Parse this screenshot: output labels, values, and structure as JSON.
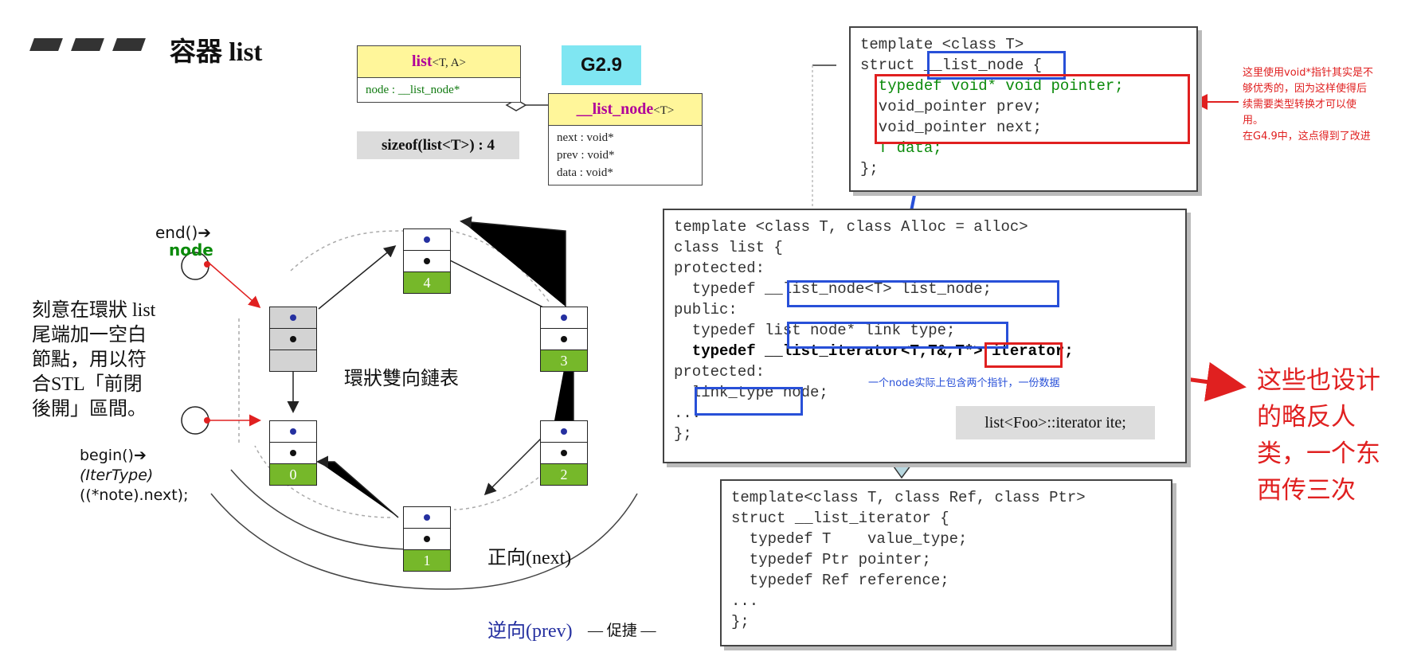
{
  "header": {
    "title": "容器 list",
    "version_badge": "G2.9"
  },
  "uml": {
    "list_box": {
      "title": "list",
      "params": "<T, A>",
      "member": "node : __list_node*"
    },
    "sizeof": "sizeof(list<T>) : 4",
    "node_box": {
      "title": "__list_node",
      "params": "<T>",
      "members": [
        "next : void*",
        "prev : void*",
        "data : void*"
      ]
    }
  },
  "code": {
    "list_node": [
      "template <class T>",
      "struct __list_node {",
      "  typedef void* void pointer;",
      "  void_pointer prev;",
      "  void_pointer next;",
      "  T data;",
      "};"
    ],
    "list": [
      "template <class T, class Alloc = alloc>",
      "class list {",
      "protected:",
      "  typedef __list_node<T> list_node;",
      "public:",
      "  typedef list node* link type;",
      "  typedef __list_iterator<T,T&,T*> iterator;",
      "protected:",
      "  link_type node;",
      "...",
      "};"
    ],
    "iterator": [
      "template<class T, class Ref, class Ptr>",
      "struct __list_iterator {",
      "  typedef T    value_type;",
      "  typedef Ptr pointer;",
      "  typedef Ref reference;",
      "...",
      "};"
    ],
    "usage": "list<Foo>::iterator ite;"
  },
  "annotations": {
    "void_ptr_note": [
      "这里使用void*指针其实是不",
      "够优秀的，因为这样使得后",
      "续需要类型转换才可以使",
      "用。",
      "在G4.9中，这点得到了改进"
    ],
    "node_note": "一个node实际上包含两个指针，一份数据",
    "big_note": [
      "这些也设计",
      "的略反人",
      "类，一个东",
      "西传三次"
    ]
  },
  "ring": {
    "end_label": "end()➔",
    "end_node": "node",
    "left_note": [
      "刻意在環狀 list",
      "尾端加一空白",
      "節點，用以符",
      "合STL「前閉",
      "後開」區間。"
    ],
    "center": "環狀雙向鏈表",
    "begin": [
      "begin()➔",
      "(IterType)",
      "((*note).next);"
    ],
    "forward": "正向(next)",
    "backward": "逆向(prev)",
    "shortcut": "— 促捷 —",
    "node_numbers": [
      "4",
      "3",
      "2",
      "1",
      "0"
    ]
  },
  "colors": {
    "red": "#e02020",
    "blue": "#2850d8",
    "green": "#76b82a",
    "keyword": "#a000c0"
  }
}
